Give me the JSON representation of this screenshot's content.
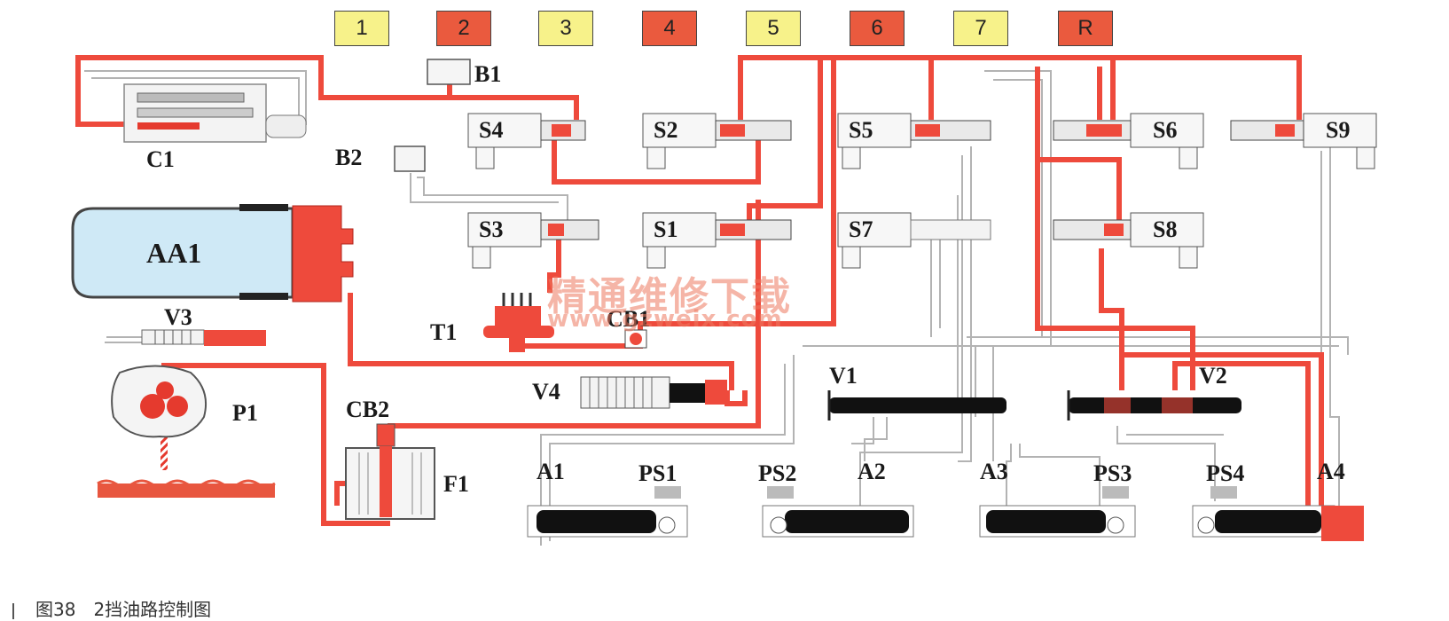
{
  "gear_selector": {
    "items": [
      {
        "label": "1",
        "state": "off"
      },
      {
        "label": "2",
        "state": "on"
      },
      {
        "label": "3",
        "state": "off"
      },
      {
        "label": "4",
        "state": "on"
      },
      {
        "label": "5",
        "state": "off"
      },
      {
        "label": "6",
        "state": "on"
      },
      {
        "label": "7",
        "state": "off"
      },
      {
        "label": "R",
        "state": "on"
      }
    ]
  },
  "components": {
    "C1": "C1",
    "B1": "B1",
    "B2": "B2",
    "AA1": "AA1",
    "V3": "V3",
    "T1": "T1",
    "CB1": "CB1",
    "P1": "P1",
    "CB2": "CB2",
    "F1": "F1",
    "V4": "V4",
    "S1": "S1",
    "S2": "S2",
    "S3": "S3",
    "S4": "S4",
    "S5": "S5",
    "S6": "S6",
    "S7": "S7",
    "S8": "S8",
    "S9": "S9",
    "V1": "V1",
    "V2": "V2",
    "A1": "A1",
    "A2": "A2",
    "A3": "A3",
    "A4": "A4",
    "PS1": "PS1",
    "PS2": "PS2",
    "PS3": "PS3",
    "PS4": "PS4"
  },
  "watermark": {
    "cn": "精通维修下载",
    "url": "www.gzweix.com"
  },
  "caption": "图38　2挡油路控制图",
  "colors": {
    "pressure_line": "#ee4a3c",
    "gear_off": "#f7f28a",
    "gear_on": "#ea5a3e",
    "accumulator_fill": "#cfe9f6",
    "return_line": "#b0b0b0"
  }
}
